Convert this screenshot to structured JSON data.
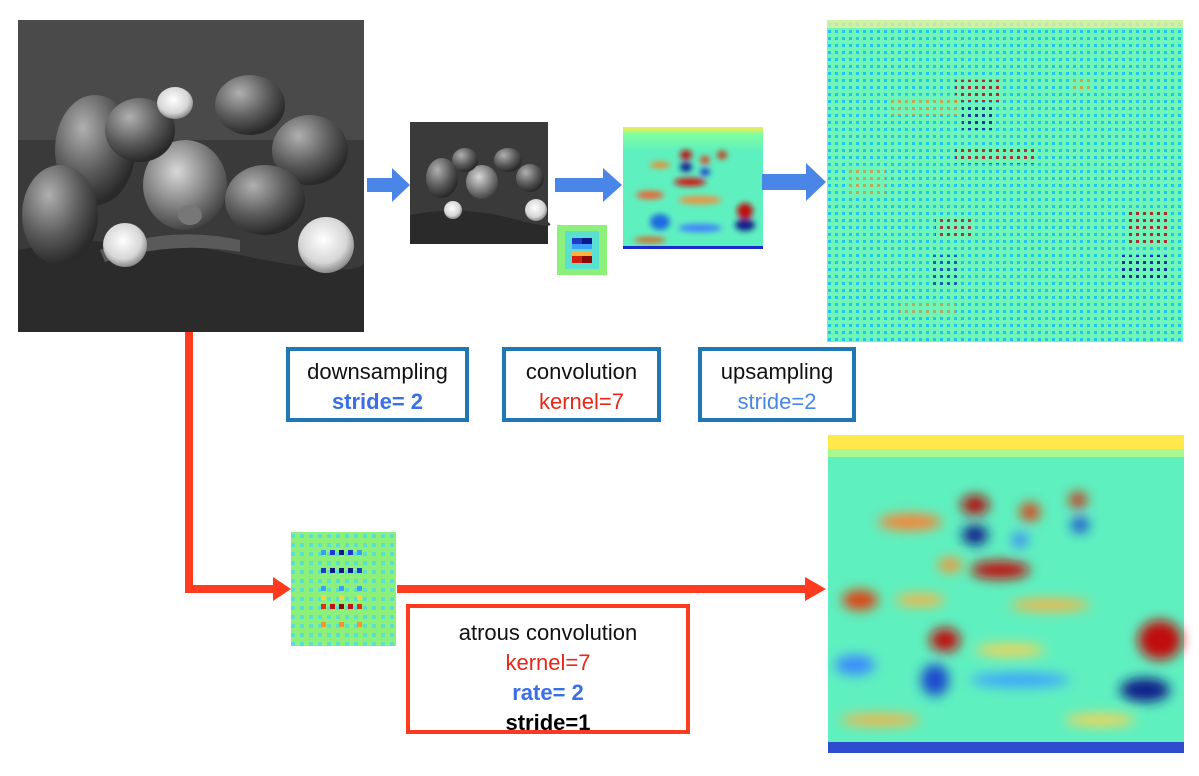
{
  "pipeline_top": {
    "downsampling": {
      "title": "downsampling",
      "param": "stride= 2"
    },
    "convolution": {
      "title": "convolution",
      "param": "kernel=7"
    },
    "upsampling": {
      "title": "upsampling",
      "param": "stride=2"
    }
  },
  "pipeline_bottom": {
    "atrous": {
      "title": "atrous convolution",
      "kernel": "kernel=7",
      "rate": "rate= 2",
      "stride": "stride=1"
    }
  },
  "colors": {
    "blue_arrow": "#4a86e8",
    "red_arrow": "#ff3b1f",
    "box_blue": "#1f78b4",
    "box_red": "#ff3b1f"
  }
}
